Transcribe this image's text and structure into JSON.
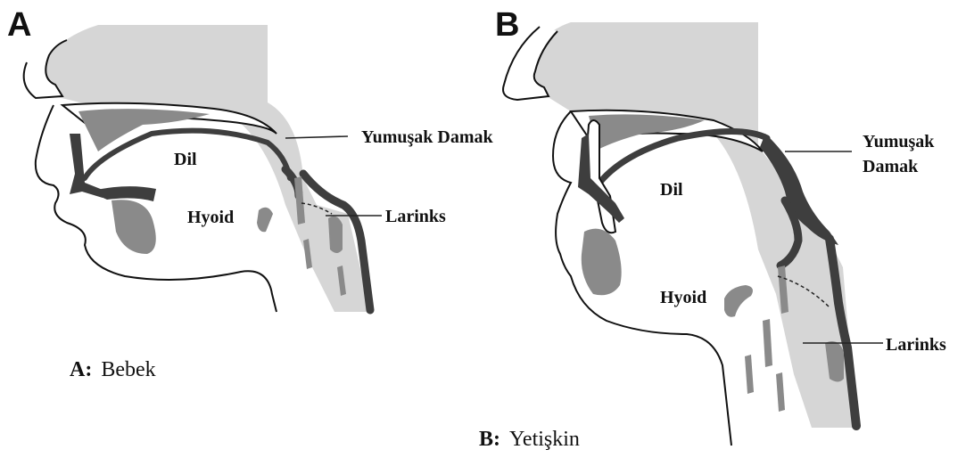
{
  "panel_a": {
    "letter": "A",
    "labels": {
      "soft_palate": "Yumuşak Damak",
      "tongue": "Dil",
      "hyoid": "Hyoid",
      "larynx": "Larinks"
    },
    "caption_key": "A:",
    "caption_value": "Bebek"
  },
  "panel_b": {
    "letter": "B",
    "labels": {
      "soft_palate_line1": "Yumuşak",
      "soft_palate_line2": "Damak",
      "tongue": "Dil",
      "hyoid": "Hyoid",
      "larynx": "Larinks"
    },
    "caption_key": "B:",
    "caption_value": "Yetişkin"
  },
  "colors": {
    "airway_gray": "#d6d6d6",
    "bone_gray": "#8a8a8a",
    "muscle_dark": "#3e3e3e"
  }
}
